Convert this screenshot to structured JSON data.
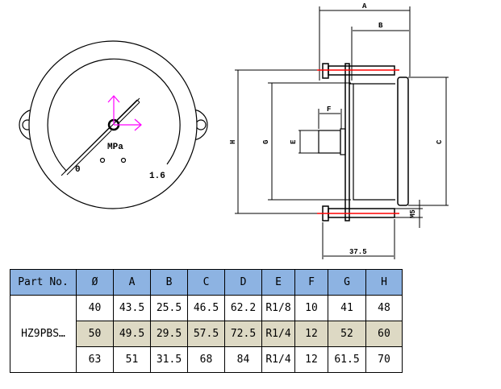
{
  "gauge_front": {
    "unit_label": "MPa",
    "scale_min": "0",
    "scale_max": "1.6"
  },
  "side_view": {
    "dimension_labels": {
      "A": "A",
      "B": "B",
      "C": "C",
      "E": "E",
      "F": "F",
      "G": "G",
      "H": "H",
      "screw": "M5",
      "stud_length": "37.5"
    }
  },
  "colors": {
    "header_bg": "#8db3e2",
    "shaded_row_bg": "#ddd9c4",
    "axis_marker": "#ff00ff",
    "centerline": "#ff0000"
  },
  "spec_table": {
    "headers": [
      "Part No.",
      "Ø",
      "A",
      "B",
      "C",
      "D",
      "E",
      "F",
      "G",
      "H"
    ],
    "part_no": "HZ9PBS…",
    "rows": [
      [
        "40",
        "43.5",
        "25.5",
        "46.5",
        "62.2",
        "R1/8",
        "10",
        "41",
        "48"
      ],
      [
        "50",
        "49.5",
        "29.5",
        "57.5",
        "72.5",
        "R1/4",
        "12",
        "52",
        "60"
      ],
      [
        "63",
        "51",
        "31.5",
        "68",
        "84",
        "R1/4",
        "12",
        "61.5",
        "70"
      ]
    ]
  }
}
